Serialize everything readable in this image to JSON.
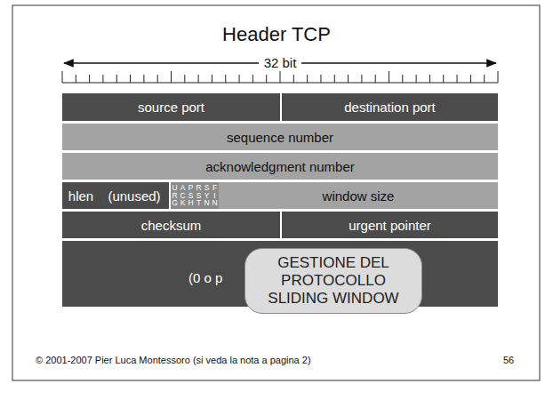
{
  "diagram": {
    "title": "Header TCP",
    "nodes": [
      {
        "text": [
          "source port"
        ]
      },
      {
        "text": [
          "destination port"
        ]
      },
      {
        "text": [
          "sequence number"
        ]
      },
      {
        "text": [
          "acknowledgment number"
        ]
      },
      {
        "text": [
          "hlen"
        ]
      },
      {
        "text": [
          "(unused)"
        ]
      },
      {
        "text": [
          "URG"
        ]
      },
      {
        "text": [
          "ACK"
        ]
      },
      {
        "text": [
          "PSH"
        ]
      },
      {
        "text": [
          "RST"
        ]
      },
      {
        "text": [
          "SYN"
        ]
      },
      {
        "text": [
          "FIN"
        ]
      },
      {
        "text": [
          "window size"
        ]
      },
      {
        "text": [
          "checksum"
        ]
      },
      {
        "text": [
          "urgent pointer"
        ]
      },
      {
        "text": [
          "(0 o p"
        ]
      },
      {
        "text": [
          "GESTIONE DEL PROTOCOLLO SLIDING WINDOW"
        ]
      }
    ],
    "labels": [
      "32 bit",
      "© 2001-2007 Pier Luca Montessoro (si veda la nota a pagina 2)",
      "56"
    ]
  }
}
